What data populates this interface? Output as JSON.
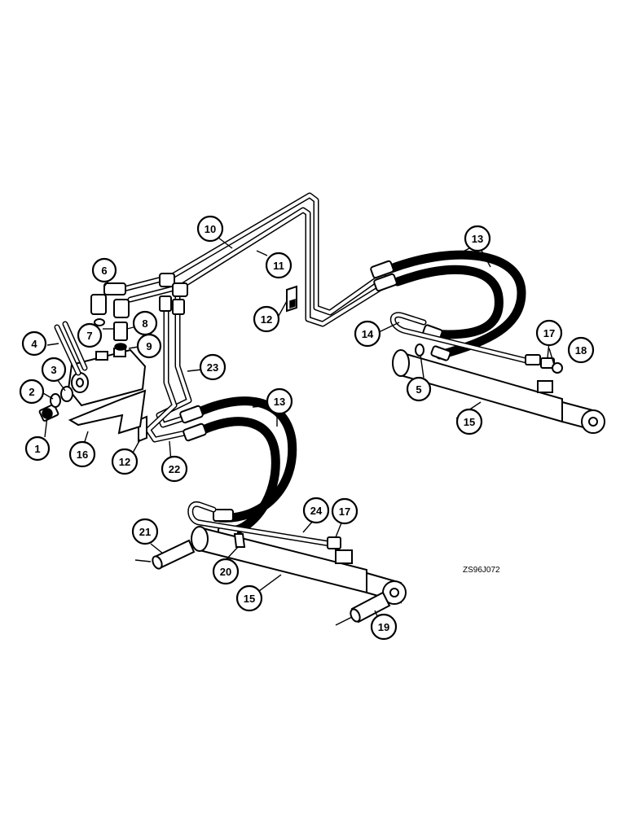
{
  "diagram": {
    "drawing_code": "ZS96J072",
    "callouts": [
      "1",
      "2",
      "3",
      "4",
      "5",
      "6",
      "7",
      "8",
      "9",
      "10",
      "11",
      "12",
      "12",
      "13",
      "13",
      "14",
      "15",
      "15",
      "16",
      "17",
      "17",
      "18",
      "19",
      "20",
      "21",
      "22",
      "23",
      "24"
    ]
  }
}
